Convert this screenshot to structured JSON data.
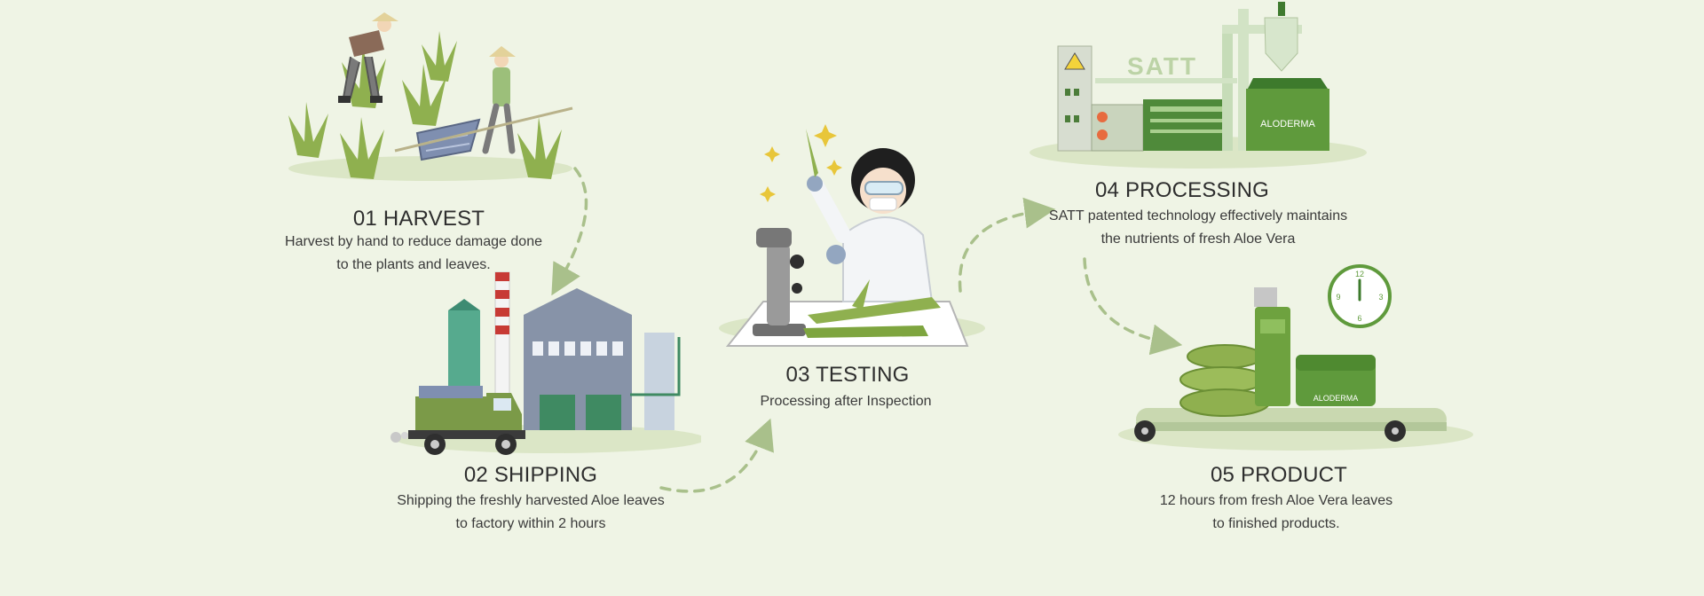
{
  "colors": {
    "background": "#eff4e5",
    "aloe": "#8fb04f",
    "brand_green": "#5f9a3c",
    "arrow": "#a9c08b"
  },
  "steps": [
    {
      "number": "01",
      "title": "HARVEST",
      "description": [
        "Harvest by hand to reduce damage done",
        "to the plants and leaves."
      ]
    },
    {
      "number": "02",
      "title": "SHIPPING",
      "description": [
        "Shipping the freshly harvested Aloe leaves",
        "to factory within 2 hours"
      ]
    },
    {
      "number": "03",
      "title": "TESTING",
      "description": [
        "Processing after Inspection"
      ]
    },
    {
      "number": "04",
      "title": "PROCESSING",
      "description": [
        "SATT patented technology effectively maintains",
        "the nutrients of fresh Aloe Vera"
      ]
    },
    {
      "number": "05",
      "title": "PRODUCT",
      "description": [
        "12 hours from fresh Aloe Vera leaves",
        "to finished products."
      ]
    }
  ],
  "factory_sign": "SATT",
  "brand_label": "ALODERMA",
  "clock_numbers": [
    "12",
    "3",
    "6",
    "9"
  ],
  "icons": [
    "harvest-farmers-icon",
    "shipping-factory-truck-icon",
    "testing-scientist-microscope-icon",
    "processing-machinery-icon",
    "product-aloe-bottle-clock-icon",
    "dashed-arrow-icon"
  ]
}
